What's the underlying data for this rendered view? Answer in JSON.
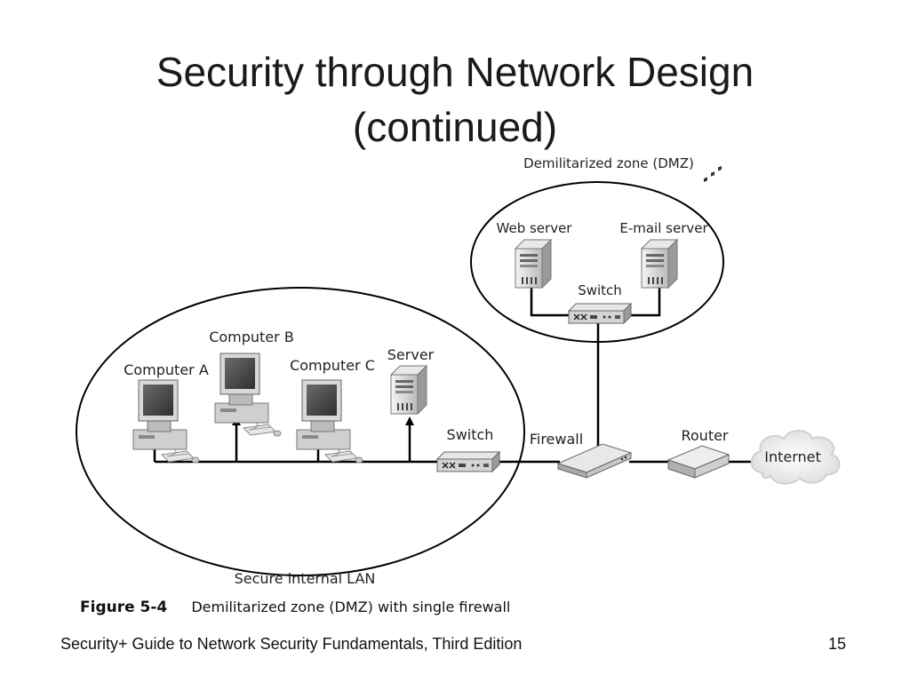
{
  "slide": {
    "title_line1": "Security through Network Design",
    "title_line2": "(continued)"
  },
  "diagram": {
    "zones": {
      "dmz": "Demilitarized zone (DMZ)",
      "lan": "Secure internal LAN"
    },
    "nodes": {
      "web_server": "Web server",
      "email_server": "E-mail server",
      "dmz_switch": "Switch",
      "computer_a": "Computer A",
      "computer_b": "Computer B",
      "computer_c": "Computer C",
      "server": "Server",
      "lan_switch": "Switch",
      "firewall": "Firewall",
      "router": "Router",
      "internet": "Internet"
    }
  },
  "figure": {
    "number": "Figure 5-4",
    "caption": "Demilitarized zone (DMZ) with single firewall"
  },
  "footer": {
    "book": "Security+ Guide to Network Security Fundamentals, Third Edition",
    "page": "15"
  }
}
